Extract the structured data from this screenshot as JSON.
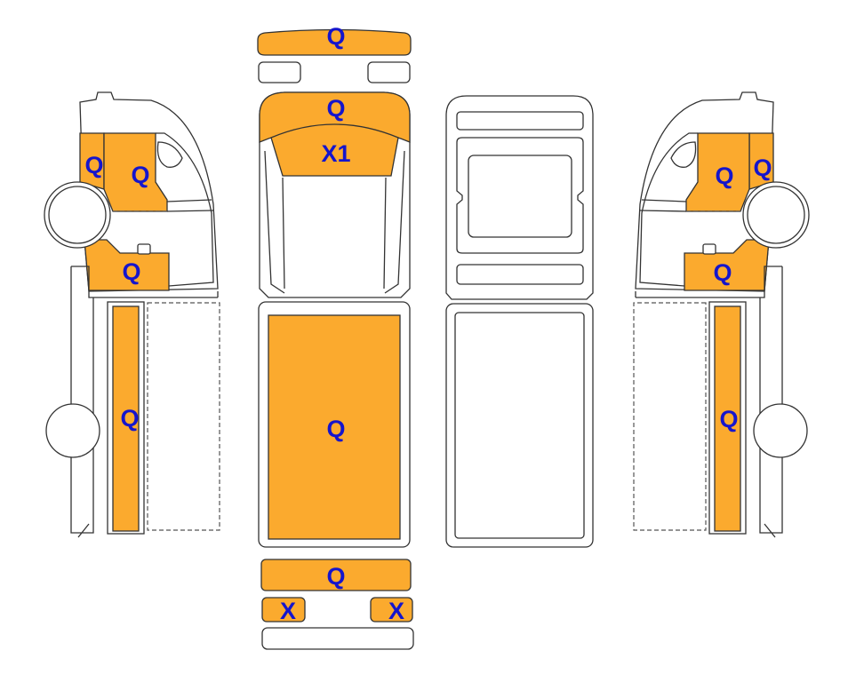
{
  "diagram": {
    "title": "Vehicle damage diagram",
    "fill_color": "#FBAA2E",
    "label_color": "#1515CC",
    "left_side": {
      "labels": [
        "Q",
        "Q",
        "Q",
        "Q"
      ]
    },
    "top_view": {
      "front_bumper": "Q",
      "hood": "Q",
      "windshield": "X1",
      "cargo_bed": "Q",
      "rear_bumper": "Q",
      "left_light": "X",
      "right_light": "X"
    },
    "right_side": {
      "labels": [
        "Q",
        "Q",
        "Q",
        "Q"
      ]
    }
  }
}
